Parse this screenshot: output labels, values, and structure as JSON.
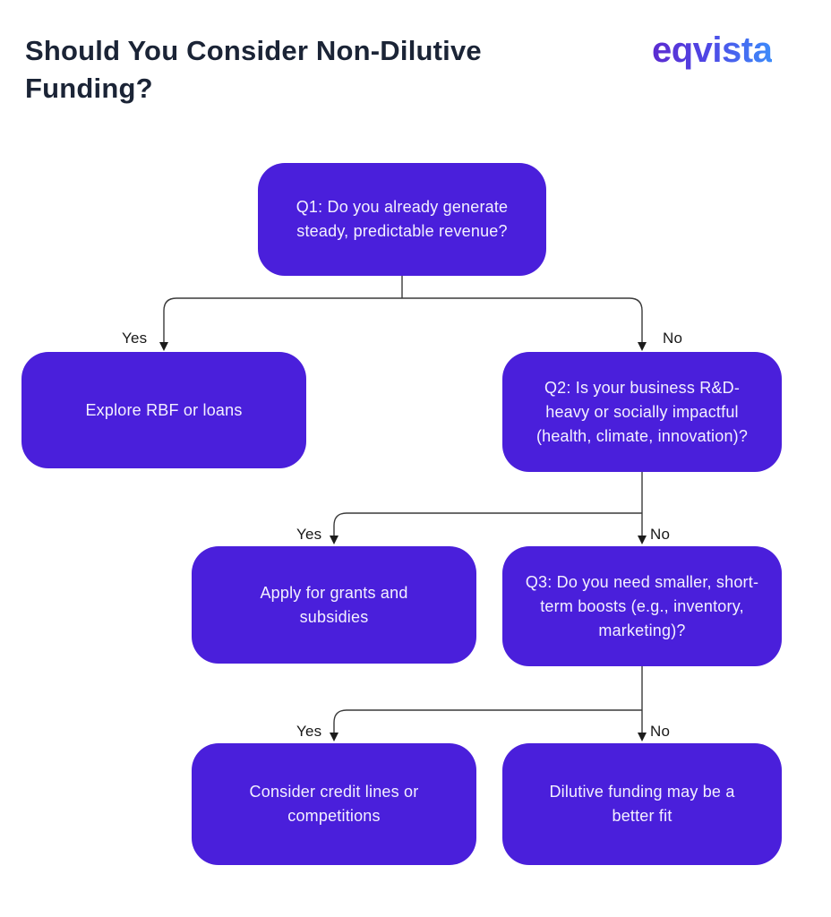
{
  "title": "Should You Consider Non-Dilutive Funding?",
  "logo": {
    "text": "eqvista"
  },
  "colors": {
    "node_fill": "#4a1fdb",
    "node_text": "#f3f0ff",
    "title_text": "#1b2436",
    "connector": "#3a3a3a",
    "logo_gradient_start": "#5b2bd0",
    "logo_gradient_end": "#3d8bfa",
    "background": "#ffffff"
  },
  "nodes": [
    {
      "id": "q1",
      "label": "Q1: Do you already generate steady, predictable revenue?"
    },
    {
      "id": "explore-rbf",
      "label": "Explore RBF or loans"
    },
    {
      "id": "q2",
      "label": "Q2: Is your business R&D-heavy or socially impactful (health, climate, innovation)?"
    },
    {
      "id": "apply-grants",
      "label": "Apply for grants and subsidies"
    },
    {
      "id": "q3",
      "label": "Q3: Do you need smaller, short-term boosts (e.g., inventory, marketing)?"
    },
    {
      "id": "credit-lines",
      "label": "Consider credit lines or competitions"
    },
    {
      "id": "dilutive",
      "label": "Dilutive funding may be a better fit"
    }
  ],
  "edges": [
    {
      "from": "q1",
      "to": "explore-rbf",
      "label": "Yes"
    },
    {
      "from": "q1",
      "to": "q2",
      "label": "No"
    },
    {
      "from": "q2",
      "to": "apply-grants",
      "label": "Yes"
    },
    {
      "from": "q2",
      "to": "q3",
      "label": "No"
    },
    {
      "from": "q3",
      "to": "credit-lines",
      "label": "Yes"
    },
    {
      "from": "q3",
      "to": "dilutive",
      "label": "No"
    }
  ]
}
